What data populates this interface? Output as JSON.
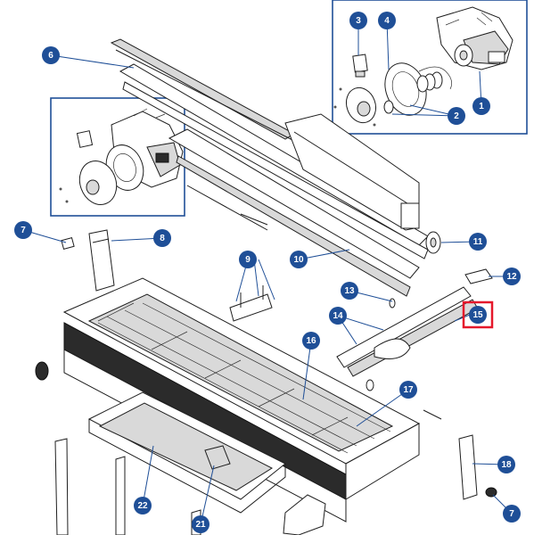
{
  "colors": {
    "callout": "#1f4f97",
    "highlight": "#e5182b",
    "line": "#1f1f1f"
  },
  "callouts": [
    {
      "id": "c1",
      "label": "1"
    },
    {
      "id": "c2",
      "label": "2"
    },
    {
      "id": "c3",
      "label": "3"
    },
    {
      "id": "c4",
      "label": "4"
    },
    {
      "id": "c6",
      "label": "6"
    },
    {
      "id": "c7a",
      "label": "7"
    },
    {
      "id": "c8",
      "label": "8"
    },
    {
      "id": "c9",
      "label": "9"
    },
    {
      "id": "c10",
      "label": "10"
    },
    {
      "id": "c11",
      "label": "11"
    },
    {
      "id": "c12",
      "label": "12"
    },
    {
      "id": "c13",
      "label": "13"
    },
    {
      "id": "c14",
      "label": "14"
    },
    {
      "id": "c15",
      "label": "15",
      "highlighted": true
    },
    {
      "id": "c16",
      "label": "16"
    },
    {
      "id": "c17",
      "label": "17"
    },
    {
      "id": "c18",
      "label": "18"
    },
    {
      "id": "c7b",
      "label": "7"
    },
    {
      "id": "c21",
      "label": "21"
    },
    {
      "id": "c22",
      "label": "22"
    }
  ]
}
